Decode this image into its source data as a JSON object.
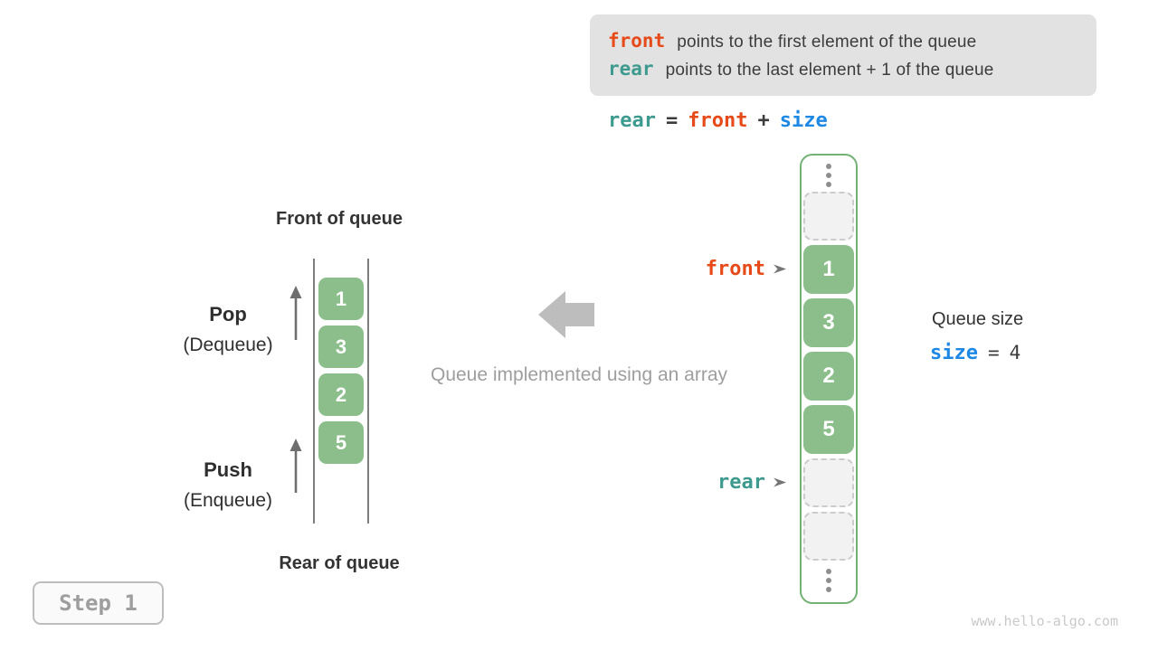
{
  "colors": {
    "front_orange": "#E64A19",
    "rear_teal": "#3D9A8F",
    "size_blue": "#1E88E5",
    "cell_green": "#8CBE8C",
    "container_border_green": "#74B174",
    "legend_background": "#E2E2E2",
    "muted_gray": "#9E9E9E",
    "arrow_gray": "#BDBDBD"
  },
  "legend": {
    "rows": [
      {
        "code": "front",
        "desc": "points to the first element of the queue"
      },
      {
        "code": "rear",
        "desc": "points to the last element + 1 of the queue"
      }
    ]
  },
  "equation": {
    "tokens": [
      "rear",
      "=",
      "front",
      "+",
      "size"
    ]
  },
  "left_stack": {
    "top_label": "Front of queue",
    "bottom_label": "Rear of queue",
    "values": [
      "1",
      "3",
      "2",
      "5"
    ],
    "pop": {
      "title": "Pop",
      "subtitle": "(Dequeue)"
    },
    "push": {
      "title": "Push",
      "subtitle": "(Enqueue)"
    }
  },
  "middle": {
    "caption": "Queue implemented using an array"
  },
  "right_array": {
    "front_label": "front",
    "rear_label": "rear",
    "cells": [
      {
        "kind": "ellipsis"
      },
      {
        "kind": "empty"
      },
      {
        "kind": "value",
        "value": "1"
      },
      {
        "kind": "value",
        "value": "3"
      },
      {
        "kind": "value",
        "value": "2"
      },
      {
        "kind": "value",
        "value": "5"
      },
      {
        "kind": "empty"
      },
      {
        "kind": "empty"
      },
      {
        "kind": "ellipsis"
      }
    ]
  },
  "queue_size": {
    "label": "Queue size",
    "code": "size",
    "operator": "=",
    "value": "4"
  },
  "step_badge": {
    "label": "Step 1"
  },
  "watermark": "www.hello-algo.com"
}
